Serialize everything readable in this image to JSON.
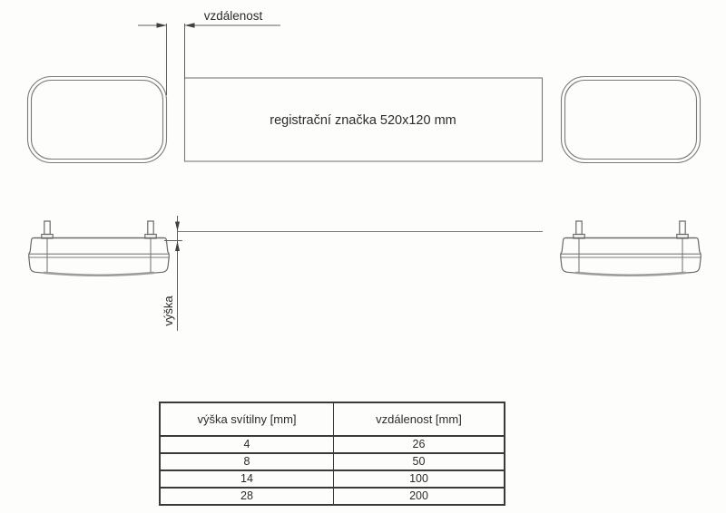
{
  "diagram": {
    "plate_label": "registrační značka 520x120 mm",
    "distance_label": "vzdálenost",
    "height_label": "výška"
  },
  "table": {
    "columns": [
      "výška svítilny [mm]",
      "vzdálenost [mm]"
    ],
    "rows": [
      [
        "4",
        "26"
      ],
      [
        "8",
        "50"
      ],
      [
        "14",
        "100"
      ],
      [
        "28",
        "200"
      ]
    ]
  },
  "colors": {
    "line": "#7a7a7a",
    "dimension_line": "#5f5f5f",
    "table_border": "#3a3a3a",
    "text": "#2b2b2b",
    "background": "#fdfdfb"
  }
}
